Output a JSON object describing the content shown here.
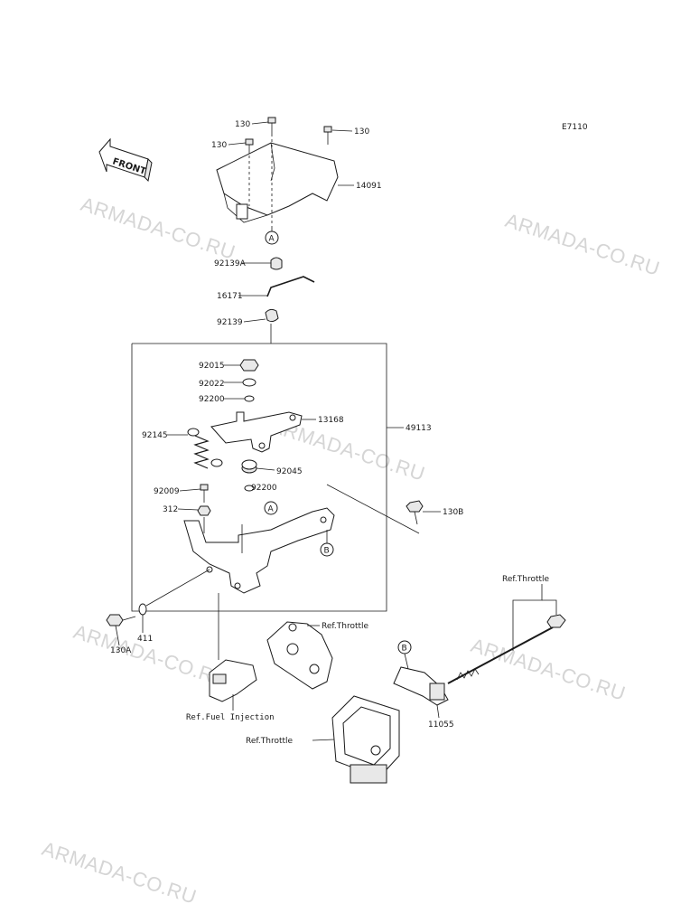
{
  "diagram_code": "E7110",
  "front_label": "FRONT",
  "watermark": "ARMADA-CO.RU",
  "callouts": {
    "A": "A",
    "B": "B"
  },
  "parts": {
    "p130_1": "130",
    "p130_2": "130",
    "p130_3": "130",
    "p14091": "14091",
    "p92139A": "92139A",
    "p16171": "16171",
    "p92139": "92139",
    "p92015": "92015",
    "p92022": "92022",
    "p92200_1": "92200",
    "p13168": "13168",
    "p49113": "49113",
    "p92145": "92145",
    "p92045": "92045",
    "p92009": "92009",
    "p92200_2": "92200",
    "p312": "312",
    "p130B": "130B",
    "p130A": "130A",
    "p411": "411",
    "p11055": "11055"
  },
  "refs": {
    "throttle_1": "Ref.Throttle",
    "throttle_2": "Ref.Throttle",
    "throttle_3": "Ref.Throttle",
    "fuel_injection": "Ref.Fuel Injection"
  }
}
